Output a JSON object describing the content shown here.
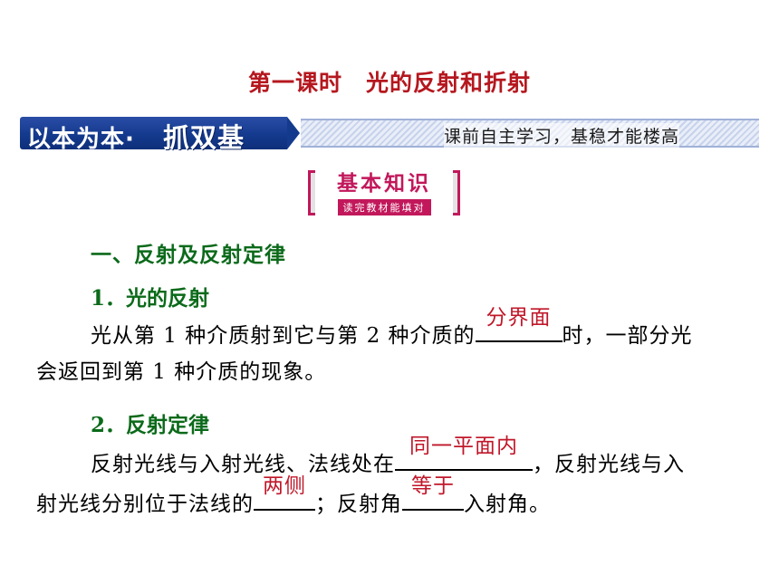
{
  "title": {
    "part1": "第一课时",
    "part2": "光的反射和折射"
  },
  "banner": {
    "left_a": "以本为本",
    "dot": "·",
    "left_b": "抓双基",
    "right": "课前自主学习，基稳才能楼高"
  },
  "badge": {
    "main": "基本知识",
    "sub": "读完教材能填对"
  },
  "section1": {
    "heading": "一、反射及反射定律"
  },
  "item1": {
    "heading": "1．光的反射",
    "text_a": "光从第 1 种介质射到它与第 2 种介质的",
    "answer": "分界面",
    "text_b": "时，一部分光",
    "text_c": "会返回到第 1 种介质的现象。"
  },
  "item2": {
    "heading": "2．反射定律",
    "text_a": "反射光线与入射光线、法线处在",
    "answer1": "同一平面内",
    "text_b": "，反射光线与入",
    "text_c": "射光线分别位于法线的",
    "answer2": "两侧",
    "text_d": "；反射角",
    "answer3": "等于",
    "text_e": "入射角。"
  }
}
